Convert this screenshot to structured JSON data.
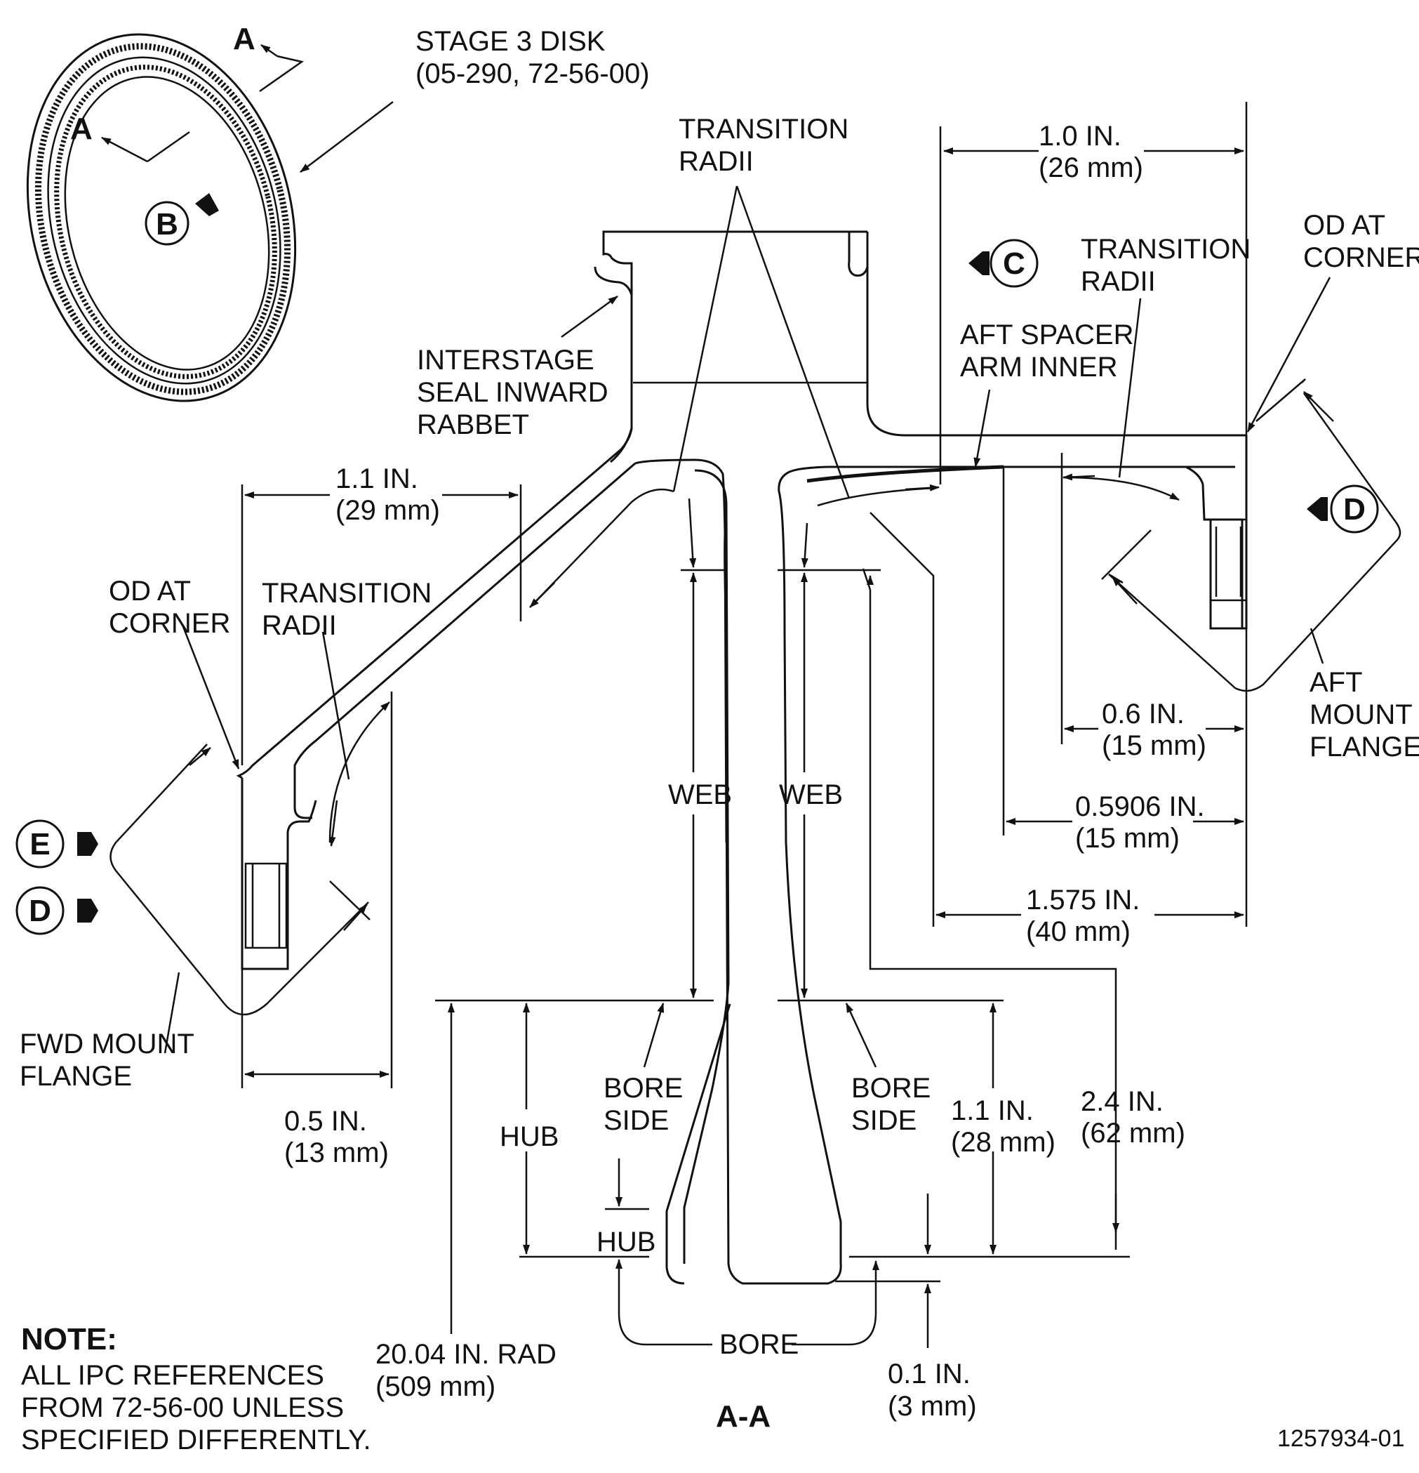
{
  "title": "A-A",
  "figure_id": "1257934-01",
  "note": {
    "heading": "NOTE:",
    "lines": [
      "ALL IPC REFERENCES",
      "FROM 72-56-00 UNLESS",
      "SPECIFIED DIFFERENTLY."
    ]
  },
  "disk": {
    "name_line1": "STAGE 3 DISK",
    "name_line2": "(05-290, 72-56-00)",
    "section_letter_top": "A",
    "section_letter_left": "A",
    "view_b": "B"
  },
  "views": {
    "c": "C",
    "d_right": "D",
    "e": "E",
    "d_left": "D"
  },
  "labels": {
    "transition_radii_top_1": "TRANSITION",
    "transition_radii_top_2": "RADII",
    "transition_radii_right_1": "TRANSITION",
    "transition_radii_right_2": "RADII",
    "transition_radii_left_1": "TRANSITION",
    "transition_radii_left_2": "RADII",
    "interstage_1": "INTERSTAGE",
    "interstage_2": "SEAL INWARD",
    "interstage_3": "RABBET",
    "aft_spacer_1": "AFT SPACER",
    "aft_spacer_2": "ARM INNER",
    "od_right_1": "OD AT",
    "od_right_2": "CORNER",
    "od_left_1": "OD AT",
    "od_left_2": "CORNER",
    "aft_mount_1": "AFT",
    "aft_mount_2": "MOUNT",
    "aft_mount_3": "FLANGE",
    "fwd_mount_1": "FWD MOUNT",
    "fwd_mount_2": "FLANGE",
    "web_left": "WEB",
    "web_right": "WEB",
    "bore_side_left_1": "BORE",
    "bore_side_left_2": "SIDE",
    "bore_side_right_1": "BORE",
    "bore_side_right_2": "SIDE",
    "hub_left": "HUB",
    "hub_small": "HUB",
    "bore": "BORE"
  },
  "dimensions": {
    "d_1_0_in": "1.0 IN.",
    "d_1_0_mm": "(26 mm)",
    "d_1_1_in": "1.1 IN.",
    "d_1_1_mm": "(29 mm)",
    "d_0_6_in": "0.6 IN.",
    "d_0_6_mm": "(15 mm)",
    "d_0_5906_in": "0.5906 IN.",
    "d_0_5906_mm": "(15 mm)",
    "d_1_575_in": "1.575 IN.",
    "d_1_575_mm": "(40 mm)",
    "d_0_5_in": "0.5 IN.",
    "d_0_5_mm": "(13 mm)",
    "d_1_1b_in": "1.1 IN.",
    "d_1_1b_mm": "(28 mm)",
    "d_2_4_in": "2.4 IN.",
    "d_2_4_mm": "(62 mm)",
    "d_20_04_in": "20.04 IN. RAD",
    "d_20_04_mm": "(509 mm)",
    "d_0_1_in": "0.1 IN.",
    "d_0_1_mm": "(3 mm)"
  }
}
